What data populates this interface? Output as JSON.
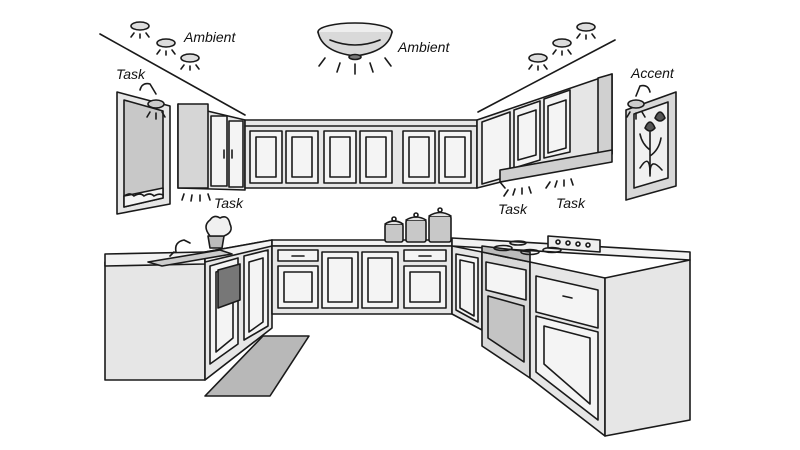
{
  "labels": {
    "ambient_left": "Ambient",
    "ambient_center": "Ambient",
    "task_window": "Task",
    "task_under_left": "Task",
    "task_under_right_a": "Task",
    "task_under_right_b": "Task",
    "accent": "Accent"
  },
  "colors": {
    "line": "#1a1a1a",
    "cabinet_fill": "#e6e6e6",
    "counter_fill": "#f2f2f2",
    "dark_fill": "#bdbdbd",
    "background": "#ffffff"
  },
  "icons": {
    "recessed_light": "recessed-ceiling-light",
    "ceiling_fixture": "flush-mount-dome-light",
    "wall_sconce": "picture-light",
    "canisters": "storage-canisters"
  }
}
